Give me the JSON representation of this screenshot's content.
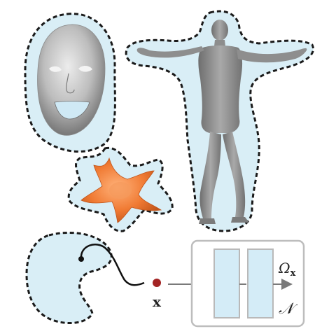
{
  "labels": {
    "point": "x",
    "output_omega": "Ω",
    "output_subscript": "x",
    "network": "𝒩"
  },
  "colors": {
    "region_fill": "#d9eef6",
    "dashed_outline": "#1a1a1a",
    "face_gray": "#a8a8a8",
    "body_gray": "#8f8f8f",
    "star_orange": "#f07a33",
    "point_red": "#a32424",
    "network_box_stroke": "#bdbdbd",
    "layer_fill": "#d4ecf7",
    "arrow_gray": "#7a7a7a"
  },
  "shapes": [
    {
      "name": "face-mesh",
      "icon": "face-3d-icon"
    },
    {
      "name": "human-body-mesh",
      "icon": "human-body-3d-icon"
    },
    {
      "name": "starfish-mesh",
      "icon": "starfish-3d-icon"
    },
    {
      "name": "bean-shaped-domain",
      "icon": "blob-region-icon"
    }
  ]
}
